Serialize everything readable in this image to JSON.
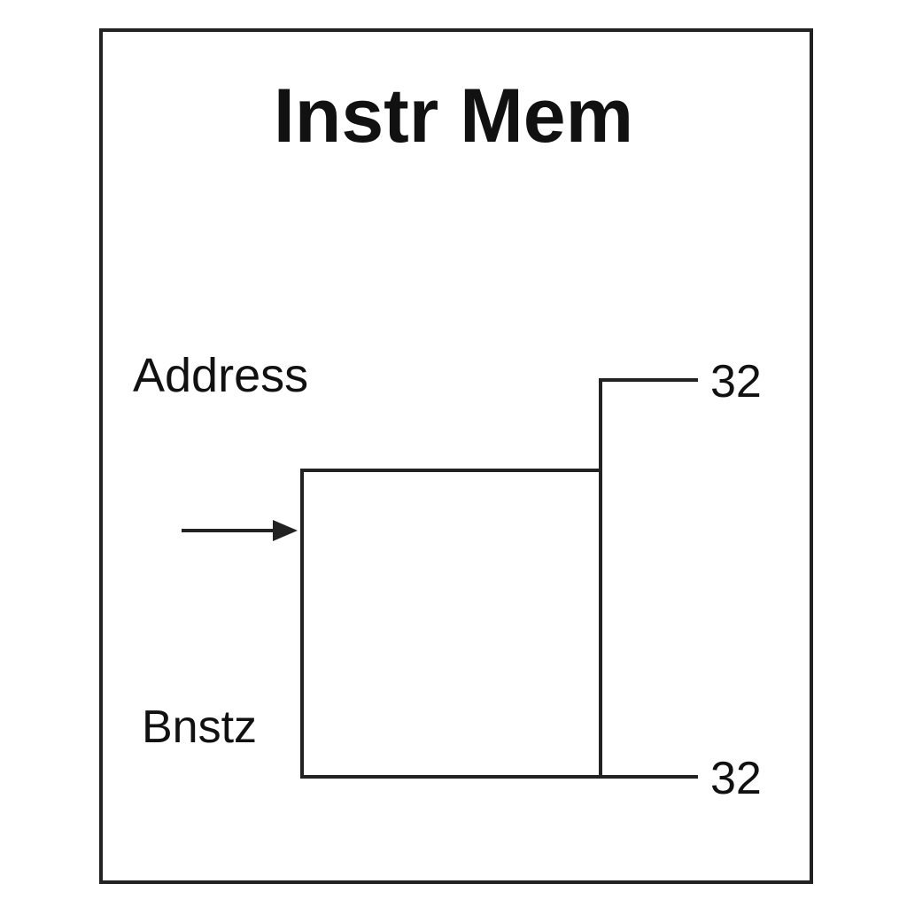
{
  "diagram": {
    "title": "Instr Mem",
    "input_label": "Address",
    "lower_label": "Bnstz",
    "output_top_width": "32",
    "output_bottom_width": "32"
  },
  "colors": {
    "line": "#222222",
    "text": "#111111",
    "background": "#ffffff"
  }
}
